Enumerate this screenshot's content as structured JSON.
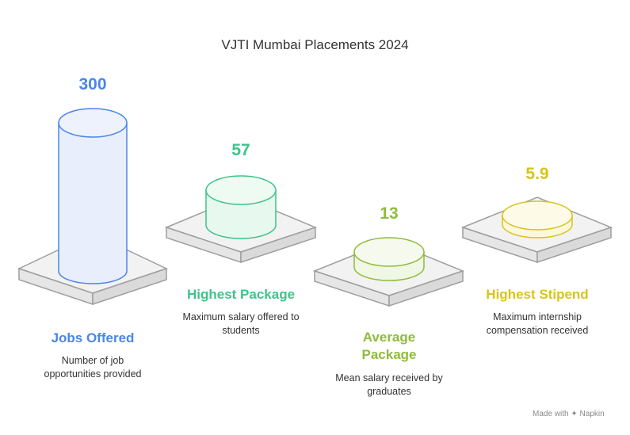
{
  "title": "VJTI Mumbai Placements 2024",
  "items": [
    {
      "value": "300",
      "label": "Jobs Offered",
      "description": "Number of job opportunities provided",
      "color": "#4a86e8"
    },
    {
      "value": "57",
      "label": "Highest Package",
      "description": "Maximum salary offered to students",
      "color": "#3dc48a"
    },
    {
      "value": "13",
      "label": "Average Package",
      "description": "Mean salary received by graduates",
      "color": "#8fbc3c"
    },
    {
      "value": "5.9",
      "label": "Highest Stipend",
      "description": "Maximum internship compensation received",
      "color": "#d8c41c"
    }
  ],
  "footer": {
    "made_with": "Made with",
    "brand": "Napkin"
  }
}
